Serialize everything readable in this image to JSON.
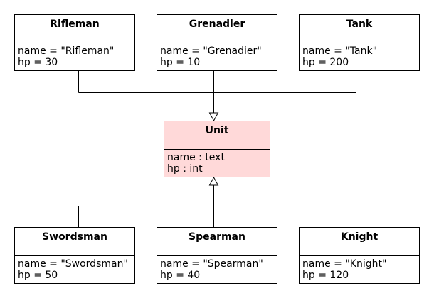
{
  "diagram": {
    "base_class": {
      "name": "Unit",
      "attributes": [
        "name : text",
        "hp : int"
      ],
      "color": "#ffd9d9"
    },
    "subclasses_top": [
      {
        "name": "Rifleman",
        "attributes": [
          "name = \"Rifleman\"",
          "hp = 30"
        ]
      },
      {
        "name": "Grenadier",
        "attributes": [
          "name = \"Grenadier\"",
          "hp = 10"
        ]
      },
      {
        "name": "Tank",
        "attributes": [
          "name = \"Tank\"",
          "hp = 200"
        ]
      }
    ],
    "subclasses_bottom": [
      {
        "name": "Swordsman",
        "attributes": [
          "name = \"Swordsman\"",
          "hp = 50"
        ]
      },
      {
        "name": "Spearman",
        "attributes": [
          "name = \"Spearman\"",
          "hp = 40"
        ]
      },
      {
        "name": "Knight",
        "attributes": [
          "name = \"Knight\"",
          "hp = 120"
        ]
      }
    ],
    "relationship": "inheritance"
  }
}
